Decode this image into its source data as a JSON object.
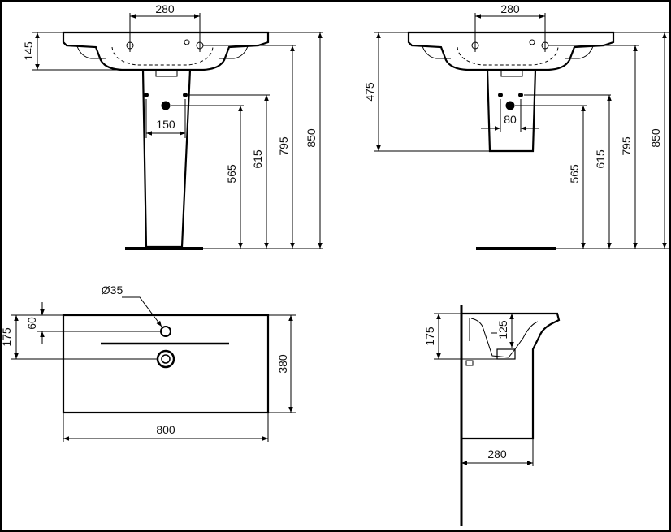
{
  "views": {
    "front_pedestal": {
      "dims": {
        "tap_spacing": "280",
        "basin_depth": "145",
        "waste_spacing": "150",
        "waste_height": "565",
        "supply_height": "615",
        "rim_height": "795",
        "overall_height": "850"
      }
    },
    "front_semi_pedestal": {
      "dims": {
        "tap_spacing": "280",
        "semi_pedestal_height": "475",
        "waste_spacing": "80",
        "waste_height": "565",
        "supply_height": "615",
        "rim_height": "795",
        "overall_height": "850"
      }
    },
    "plan": {
      "dims": {
        "tap_hole": "Ø35",
        "tap_offset": "60",
        "waste_offset": "175",
        "depth": "380",
        "width": "800"
      }
    },
    "side": {
      "dims": {
        "bowl_depth": "175",
        "overflow": "125",
        "projection": "280"
      }
    }
  }
}
